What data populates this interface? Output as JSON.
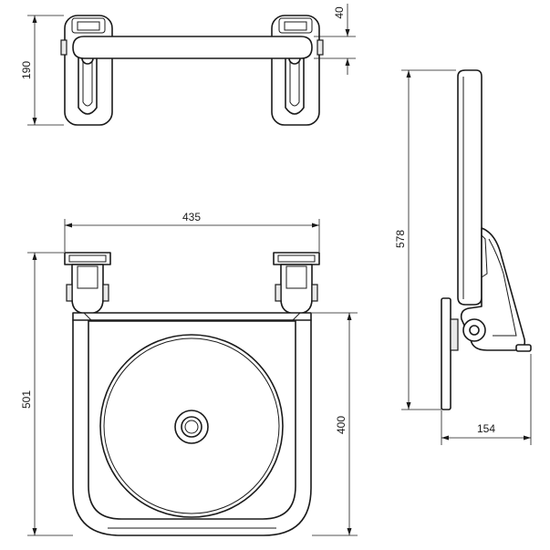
{
  "dimensions": {
    "top_depth": "190",
    "top_tube": "40",
    "width": "435",
    "height_front": "501",
    "seat_depth": "400",
    "height_side": "578",
    "side_depth": "154"
  }
}
